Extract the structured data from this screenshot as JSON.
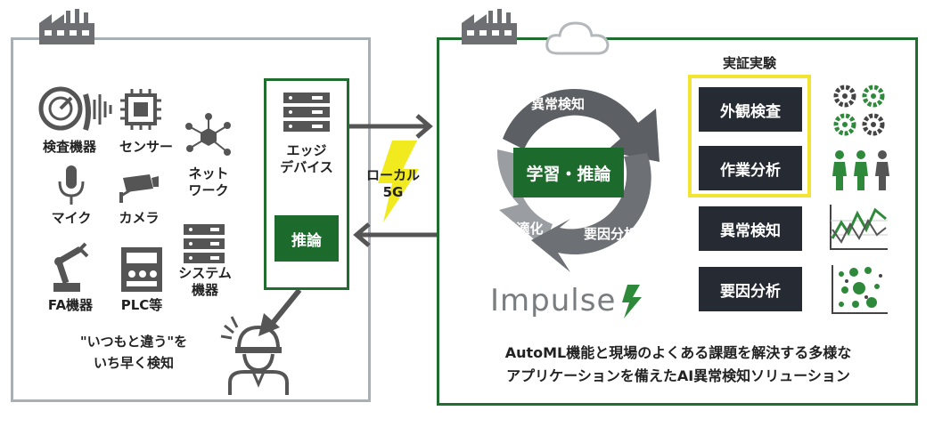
{
  "left_panel": {
    "devices": {
      "inspection": "検査機器",
      "sensor": "センサー",
      "network": "ネット\nワーク",
      "mic": "マイク",
      "camera": "カメラ",
      "system": "システム\n機器",
      "fa": "FA機器",
      "plc": "PLC等"
    },
    "edge_device": "エッジ\nデバイス",
    "inference": "推論",
    "caption": "\"いつもと違う\"を\nいち早く検知"
  },
  "connection": "ローカル\n5G",
  "right_panel": {
    "cycle": {
      "top": "異常検知",
      "center": "学習・推論",
      "left": "最適化",
      "right": "要因分析"
    },
    "brand": "Impulse",
    "poc_title": "実証実験",
    "solutions": [
      "外観検査",
      "作業分析",
      "異常検知",
      "要因分析"
    ],
    "caption": "AutoML機能と現場のよくある課題を解決する多様な\nアプリケーションを備えたAI異常検知ソリューション"
  },
  "colors": {
    "green": "#1c6b2c",
    "dark": "#262b33",
    "gray_border": "#a8b0b6",
    "yellow": "#f2e433",
    "bolt": "#f0ea1e"
  }
}
